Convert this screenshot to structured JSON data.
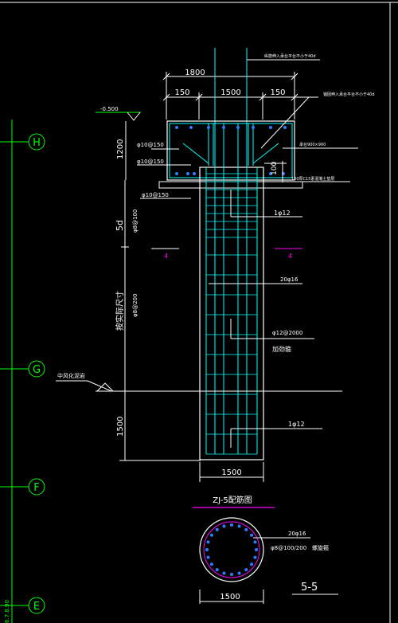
{
  "colors": {
    "background": "#000000",
    "line": "#ffffff",
    "rebar": "#00ffff",
    "grid_axis": "#00ff00",
    "dots": "#2a7fff",
    "section_mark": "#ff00ff",
    "dim_text": "#ffffff"
  },
  "grid_axes": [
    {
      "label": "H"
    },
    {
      "label": "G"
    },
    {
      "label": "F"
    },
    {
      "label": "E"
    }
  ],
  "left_edge_label": "6.7.8.90",
  "elevation": "-0.500",
  "dimensions": {
    "cap_width": "1800",
    "left_edge": "150",
    "pile_width": "1500",
    "right_edge": "150",
    "cap_height": "1200",
    "embed": "100",
    "five_d": "5d",
    "bottom_len": "1500",
    "pile_dia": "1500",
    "section_dia": "1500"
  },
  "labels": {
    "top_note": "纵筋伸入承台平台不小于40d",
    "cap_anchor_note": "锚固伸入承台平台不小于40d",
    "rebar_cap_1": "φ10@150",
    "rebar_cap_2": "φ10@150",
    "rebar_cap_3": "φ10@150",
    "cap_size": "承台900×900",
    "cushion": "100厚C15素混凝土垫层",
    "one_phi12_top": "1φ12",
    "stirrup_dense": "φ8@100",
    "section_mark_left": "4",
    "section_mark_right": "4",
    "main_bars": "20φ16",
    "length_note": "按实际尺寸",
    "stirrup_sparse": "φ8@200",
    "stiffener": "φ12@2000",
    "stiffener_note": "加劲箍",
    "weathered": "中风化泥岩",
    "one_phi12_bottom": "1φ12",
    "title": "ZJ-5配筋图",
    "section_bars": "20φ16",
    "section_spiral": "φ8@100/200",
    "section_spiral_note": "螺旋箍",
    "section_label": "5-5"
  }
}
